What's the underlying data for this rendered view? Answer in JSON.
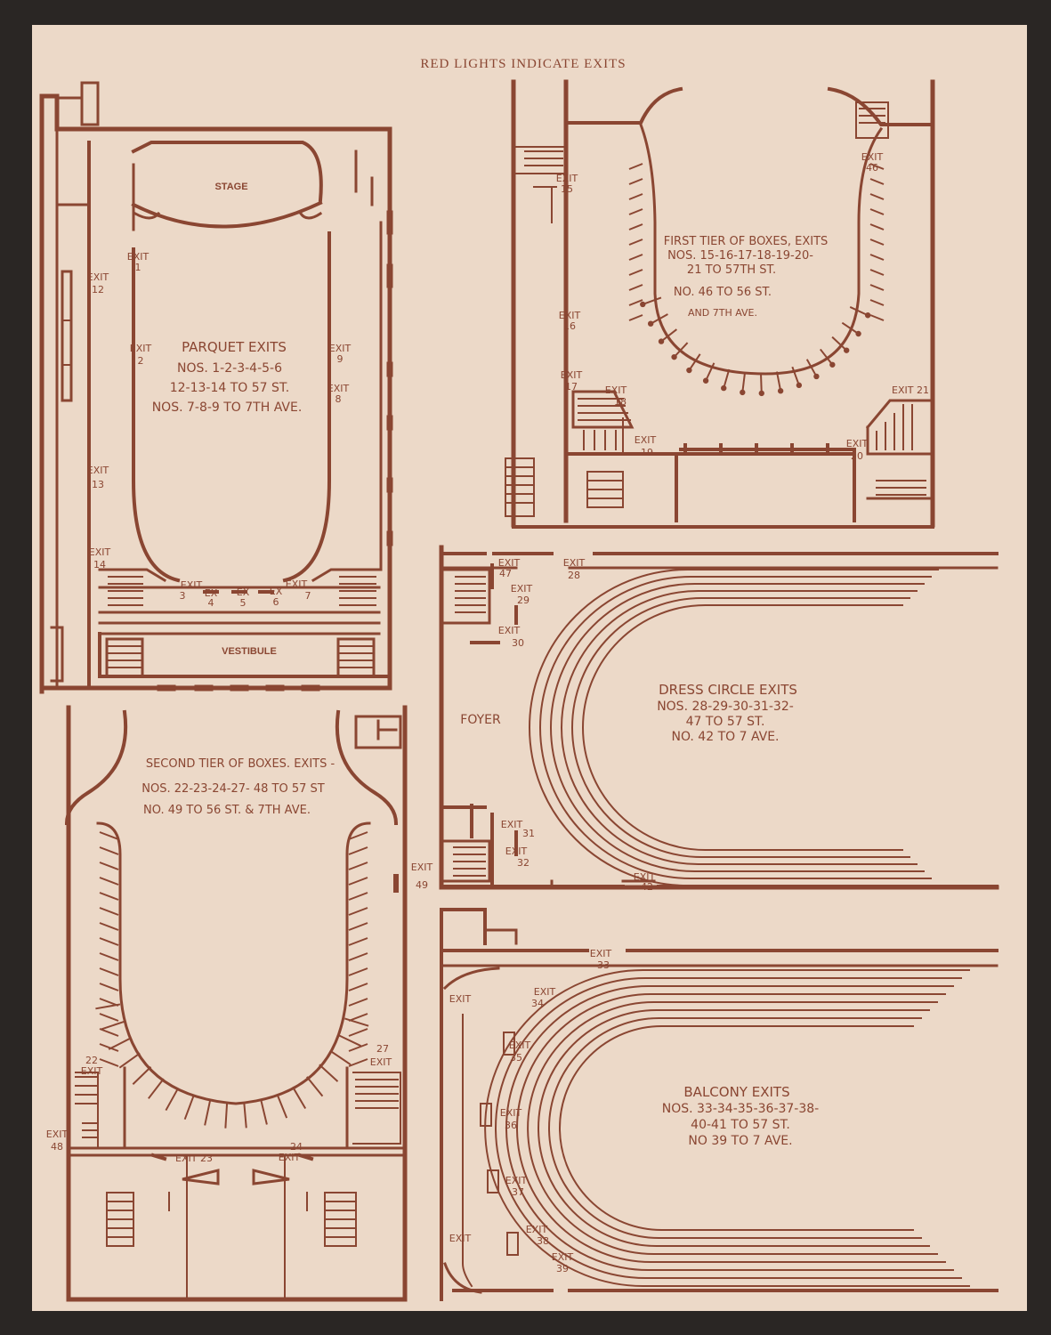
{
  "header": "RED LIGHTS INDICATE EXITS",
  "colors": {
    "paper": "#ecd9c8",
    "ink": "#8a4632",
    "backing": "#2a2624"
  },
  "parquet": {
    "stage": "STAGE",
    "vestibule": "VESTIBULE",
    "caption": [
      "PARQUET EXITS",
      "NOS. 1-2-3-4-5-6",
      "12-13-14 TO 57 ST.",
      "NOS. 7-8-9 TO 7TH AVE."
    ],
    "exits": {
      "e1": [
        "EXIT",
        "1"
      ],
      "e2": [
        "EXIT",
        "2"
      ],
      "e12": [
        "EXIT",
        "12"
      ],
      "e13": [
        "EXIT",
        "13"
      ],
      "e14": [
        "EXIT",
        "14"
      ],
      "e9": [
        "EXIT",
        "9"
      ],
      "e8": [
        "EXIT",
        "8"
      ],
      "e3": [
        "EXIT",
        "3"
      ],
      "e4": [
        "EX",
        "4"
      ],
      "e5": [
        "EX",
        "5"
      ],
      "e6": [
        "EX",
        "6"
      ],
      "e7": [
        "EXIT",
        "7"
      ]
    }
  },
  "first_tier": {
    "caption": [
      "FIRST TIER OF BOXES, EXITS",
      "NOS. 15-16-17-18-19-20-",
      "21 TO 57TH ST.",
      "NO. 46 TO 56 ST.",
      "AND 7TH AVE."
    ],
    "exits": {
      "e15": [
        "EXIT",
        "15"
      ],
      "e16": [
        "EXIT",
        "16"
      ],
      "e17": [
        "EXIT",
        "17"
      ],
      "e18": [
        "EXIT",
        "18"
      ],
      "e19": [
        "EXIT",
        "19"
      ],
      "e20": [
        "EXIT",
        "20"
      ],
      "e46": [
        "EXIT",
        "46"
      ],
      "e21": "EXIT 21"
    }
  },
  "second_tier": {
    "caption": [
      "SECOND TIER OF BOXES. EXITS -",
      "NOS. 22-23-24-27- 48 TO 57 ST",
      "NO. 49 TO 56 ST. & 7TH AVE."
    ],
    "exits": {
      "e49": [
        "EXIT",
        "49"
      ],
      "e22": [
        "22",
        "EXIT"
      ],
      "e27": [
        "27",
        "EXIT"
      ],
      "e48": [
        "EXIT",
        "48"
      ],
      "e23": "EXIT 23",
      "e24": [
        "24",
        "EXIT"
      ]
    }
  },
  "dress_circle": {
    "foyer": "FOYER",
    "caption": [
      "DRESS CIRCLE EXITS",
      "NOS. 28-29-30-31-32-",
      "47 TO 57 ST.",
      "NO. 42 TO 7 AVE."
    ],
    "exits": {
      "e47": [
        "EXIT",
        "47"
      ],
      "e28": [
        "EXIT",
        "28"
      ],
      "e29": [
        "EXIT",
        "29"
      ],
      "e30": [
        "EXIT",
        "30"
      ],
      "e31": [
        "EXIT",
        "31"
      ],
      "e32": [
        "EXIT",
        "32"
      ],
      "e42": [
        "EXIT",
        "42"
      ]
    }
  },
  "balcony": {
    "caption": [
      "BALCONY EXITS",
      "NOS. 33-34-35-36-37-38-",
      "40-41 TO 57 ST.",
      "NO 39 TO 7 AVE."
    ],
    "exits": {
      "e33": [
        "EXIT",
        "33"
      ],
      "e34": [
        "EXIT",
        "34"
      ],
      "e35": [
        "EXIT",
        "35"
      ],
      "e36": [
        "EXIT",
        "36"
      ],
      "e37": [
        "EXIT",
        "37"
      ],
      "e38": [
        "EXIT",
        "38"
      ],
      "e39": [
        "EXIT",
        "39"
      ],
      "top_left": "EXIT",
      "bottom_left": "EXIT"
    }
  }
}
